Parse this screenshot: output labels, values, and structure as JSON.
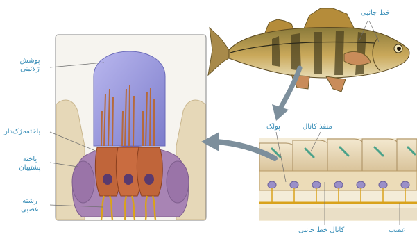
{
  "labels": {
    "lateral_line": "خط جانبی",
    "gelatinous_cover_1": "پوشش",
    "gelatinous_cover_2": "ژلاتینی",
    "hair_cell": "یاخته‌مژک‌دار",
    "support_cell_1": "یاخته",
    "support_cell_2": "پشتیبان",
    "nerve_fiber_1": "رشته",
    "nerve_fiber_2": "عصبی",
    "scale": "پولک",
    "canal_opening": "منفذ کانال",
    "lateral_line_canal": "کانال خط جانبی",
    "nerve": "عصب"
  },
  "colors": {
    "label": "#3b8fb8",
    "cupula": "#8f8fd6",
    "hair_cell": "#c0653a",
    "support": "#a884b4",
    "nerve": "#d9a21b",
    "skin": "#e7d9b5",
    "arrow": "#7d8f9c",
    "canal_stripe": "#4aa28a"
  }
}
